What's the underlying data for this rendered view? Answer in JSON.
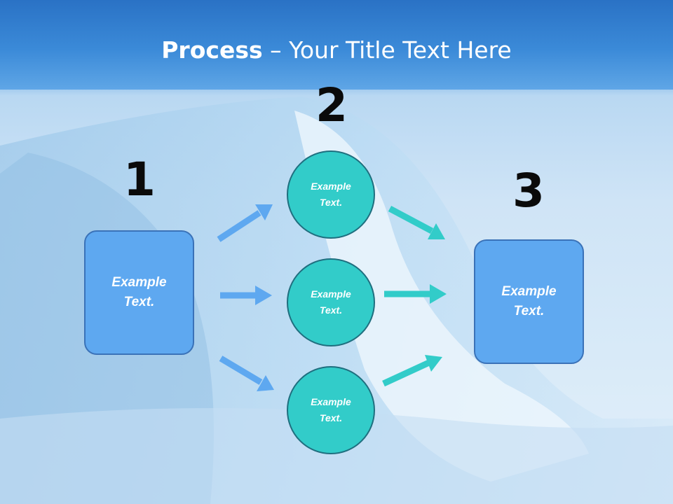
{
  "title": {
    "bold": "Process",
    "rest": " – Your Title Text Here"
  },
  "steps": {
    "one": "1",
    "two": "2",
    "three": "3"
  },
  "left_box": {
    "line1": "Example",
    "line2": "Text."
  },
  "circles": [
    {
      "line1": "Example",
      "line2": "Text."
    },
    {
      "line1": "Example",
      "line2": "Text."
    },
    {
      "line1": "Example",
      "line2": "Text."
    }
  ],
  "right_box": {
    "line1": "Example",
    "line2": "Text."
  },
  "colors": {
    "box_fill": "#5ea8f0",
    "circle_fill": "#32ccc9",
    "arrow_blue": "#5ea8f0",
    "arrow_teal": "#32ccc9",
    "header": "#2f7fd0"
  }
}
